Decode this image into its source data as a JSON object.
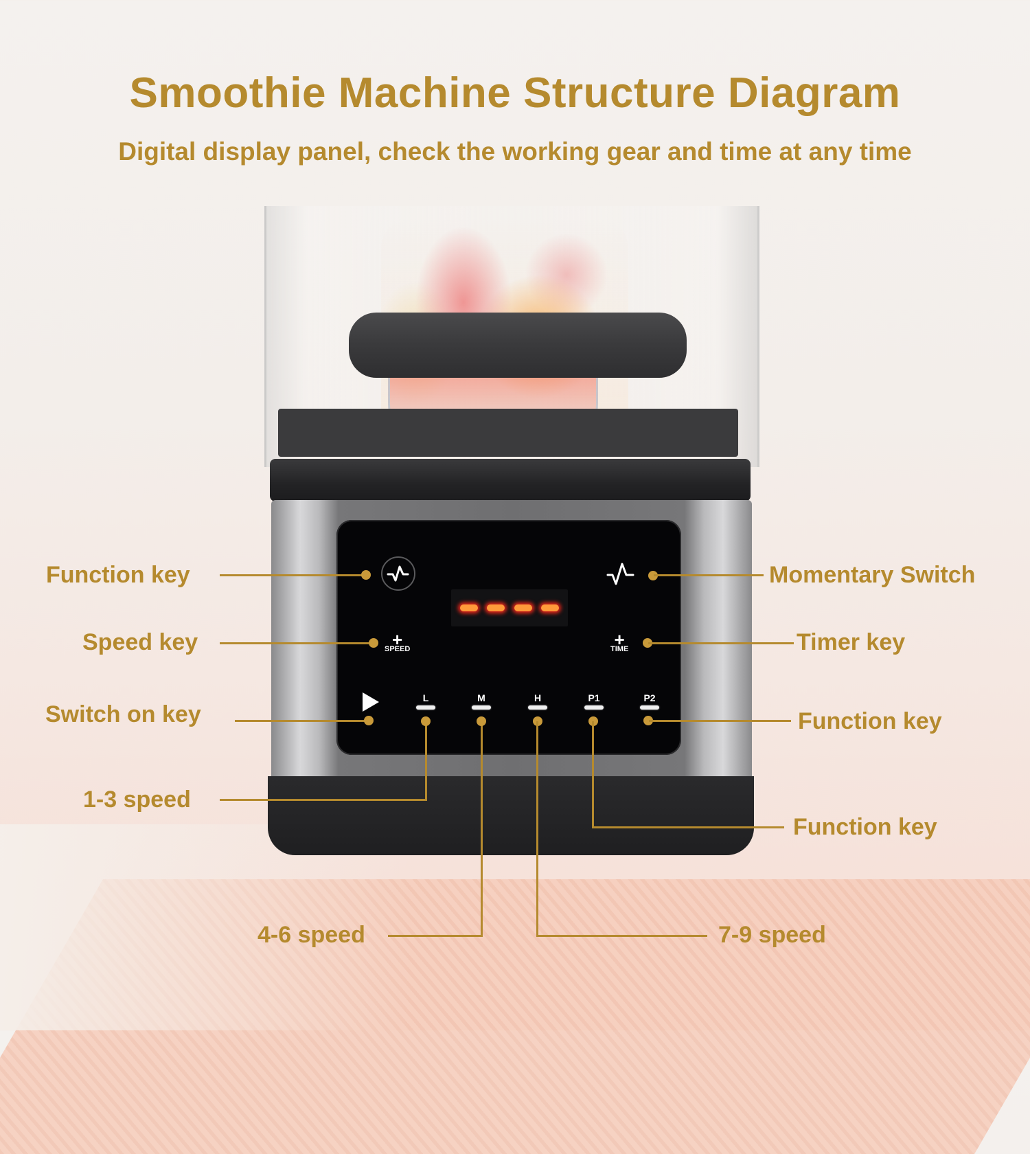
{
  "header": {
    "title": "Smoothie Machine Structure Diagram",
    "subtitle": "Digital display panel, check the working gear and time at any time"
  },
  "colors": {
    "accent": "#b58a2e",
    "panel": "#050507",
    "display_segment": "#ff9a3a",
    "display_glow": "#e8261a",
    "background": "#f4f1ee"
  },
  "display": {
    "segments": [
      "-",
      "-",
      "-",
      "-"
    ]
  },
  "panel_keys": {
    "function_icon": "pulse-wave-icon",
    "momentary_icon": "pulse-wave-icon",
    "speed_plus": "+",
    "speed_text": "SPEED",
    "time_plus": "+",
    "time_text": "TIME",
    "play_icon": "play-icon",
    "buttons": [
      {
        "label": "L"
      },
      {
        "label": "M"
      },
      {
        "label": "H"
      },
      {
        "label": "P1"
      },
      {
        "label": "P2"
      }
    ]
  },
  "callouts": {
    "function_key_left": "Function key",
    "speed_key": "Speed key",
    "switch_on_key": "Switch on key",
    "speed_1_3": "1-3 speed",
    "speed_4_6": "4-6 speed",
    "momentary_switch": "Momentary Switch",
    "timer_key": "Timer key",
    "function_key_p2": "Function key",
    "function_key_p1": "Function key",
    "speed_7_9": "7-9 speed"
  }
}
